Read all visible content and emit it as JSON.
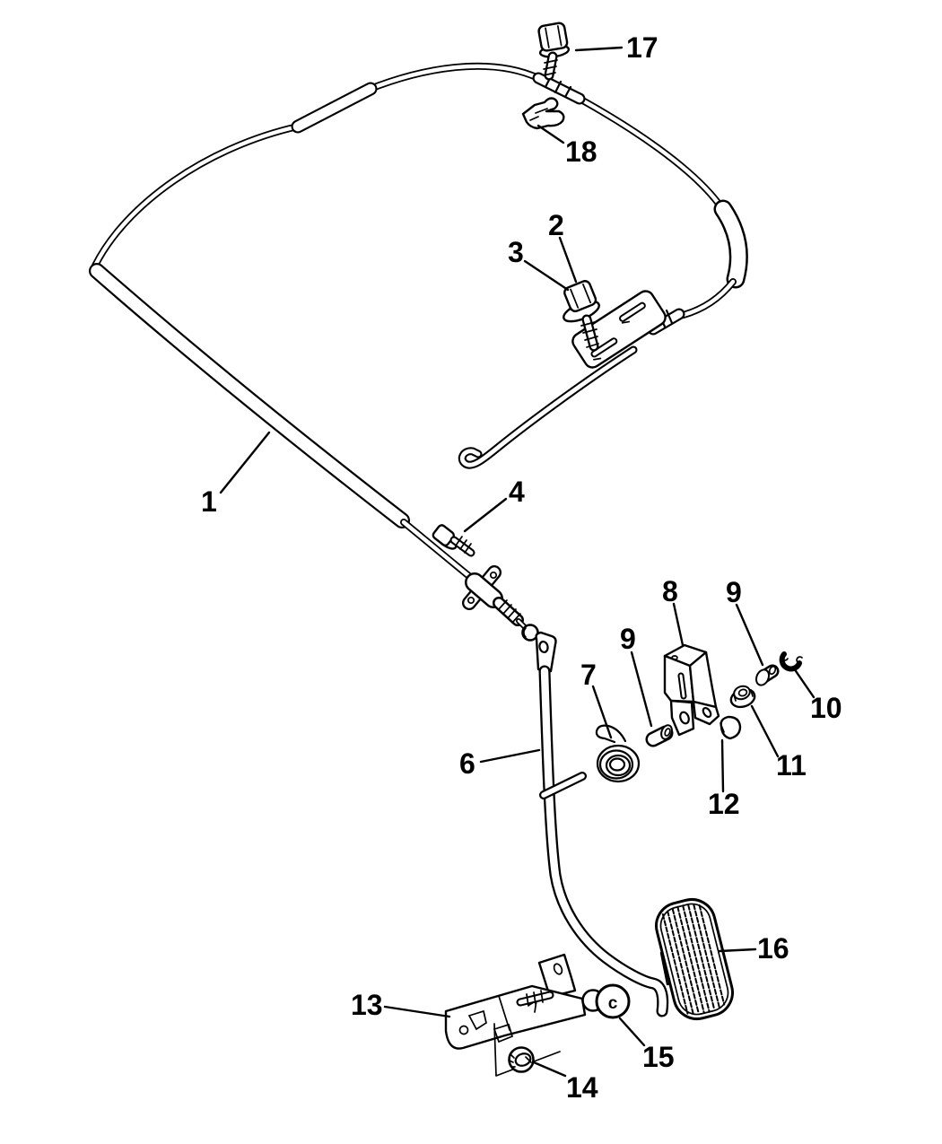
{
  "palette": {
    "line": "#000000",
    "background": "#ffffff"
  },
  "callouts": {
    "c1": {
      "label": "1"
    },
    "c2": {
      "label": "2"
    },
    "c3": {
      "label": "3"
    },
    "c4": {
      "label": "4"
    },
    "c6": {
      "label": "6"
    },
    "c7": {
      "label": "7"
    },
    "c8": {
      "label": "8"
    },
    "c9a": {
      "label": "9"
    },
    "c9b": {
      "label": "9"
    },
    "c10": {
      "label": "10"
    },
    "c11": {
      "label": "11"
    },
    "c12": {
      "label": "12"
    },
    "c13": {
      "label": "13"
    },
    "c14": {
      "label": "14"
    },
    "c15": {
      "label": "15"
    },
    "c16": {
      "label": "16"
    },
    "c17": {
      "label": "17"
    },
    "c18": {
      "label": "18"
    }
  },
  "inline_marks": {
    "bushing_letter": "c"
  }
}
